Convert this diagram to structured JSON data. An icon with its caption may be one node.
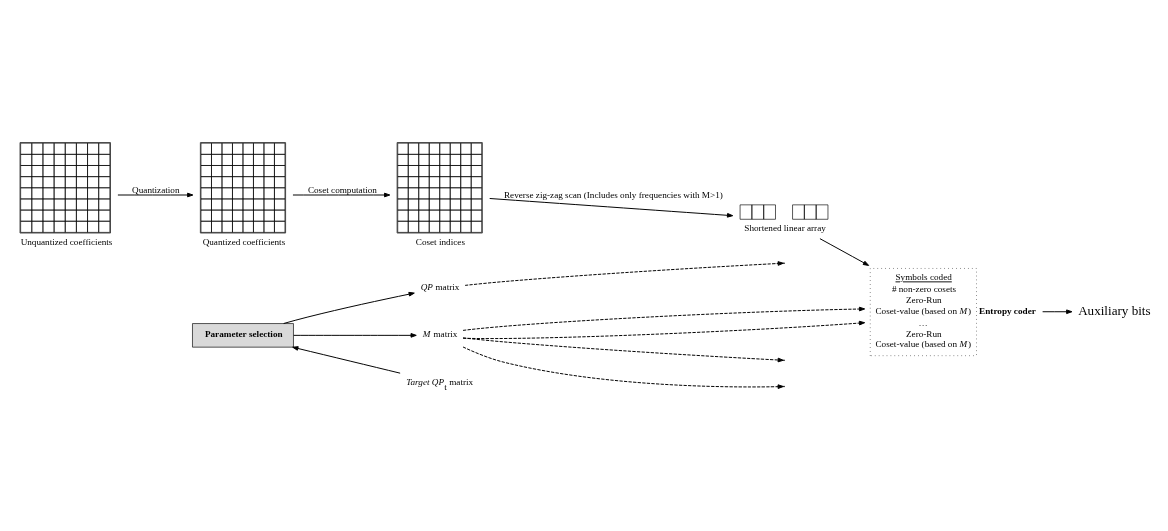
{
  "diagram": {
    "nodes": [
      {
        "text": [],
        "shape": "grid",
        "beside": [
          "Unquantized coefficients"
        ]
      },
      {
        "text": [],
        "shape": "grid",
        "beside": [
          "Quantized coefficients"
        ]
      },
      {
        "text": [],
        "shape": "grid",
        "beside": [
          "Coset indices"
        ]
      },
      {
        "text": [
          "*QP* matrix"
        ]
      },
      {
        "text": [
          "Parameter selection"
        ]
      },
      {
        "text": [
          "*M* matrix"
        ]
      },
      {
        "text": [
          "*Target QP*$_{t}$ matrix"
        ]
      },
      {
        "text": [],
        "shape": "array",
        "beside": [
          "Shortened linear array"
        ]
      },
      {
        "text": [
          "Symbols coded",
          "# non-zero cosets",
          "Zero-Run",
          "Coset-value (based on *M*)",
          "…",
          "Zero-Run",
          "Coset-value (based on *M*)"
        ],
        "beside": [
          "Entropy coder"
        ]
      },
      {
        "text": [
          "Auxiliary bits"
        ]
      }
    ],
    "edges": [
      {
        "from": 0,
        "to": 1,
        "arrow": "to",
        "label": "Quantization"
      },
      {
        "from": 3,
        "to": null,
        "arrow": "to",
        "style": "dashed"
      },
      {
        "from": 1,
        "to": 2,
        "arrow": "to",
        "label": "Coset computation"
      },
      {
        "from": 5,
        "to": null,
        "arrow": "to",
        "style": "dashed"
      },
      {
        "from": 2,
        "to": 7,
        "arrow": "to",
        "label": "Reverse zig-zag scan (Includes only frequencies with M>1)"
      },
      {
        "from": 4,
        "to": 3,
        "arrow": "to"
      },
      {
        "from": 4,
        "to": 5,
        "arrow": "to"
      },
      {
        "from": 6,
        "to": 4,
        "arrow": "to"
      },
      {
        "from": 5,
        "to": null,
        "arrow": "to",
        "style": "dashed"
      },
      {
        "from": 5,
        "to": 8,
        "arrow": "to",
        "style": "dashed"
      },
      {
        "from": 5,
        "to": 8,
        "arrow": "to",
        "style": "dashed"
      },
      {
        "from": 7,
        "to": 8,
        "arrow": "to"
      },
      {
        "from": 8,
        "to": 9,
        "arrow": "to"
      }
    ]
  }
}
